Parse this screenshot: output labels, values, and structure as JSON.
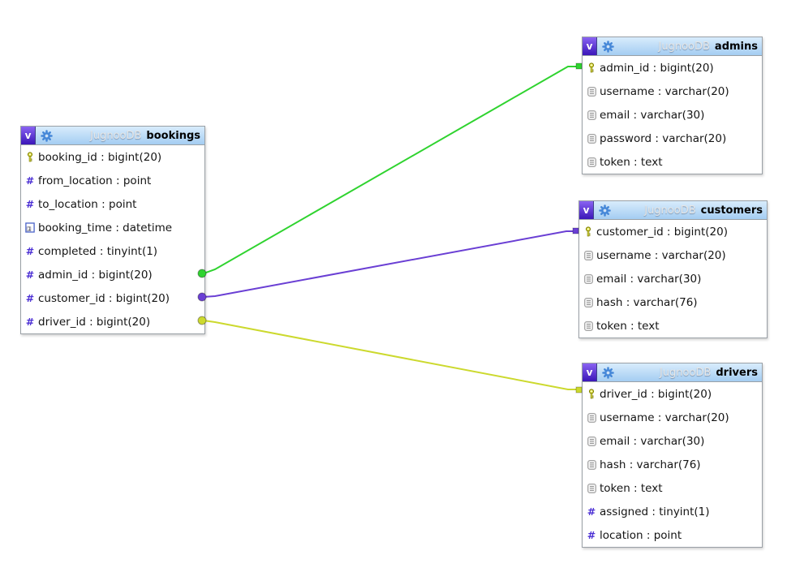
{
  "database": "JugnooDB",
  "glyphs": {
    "v_badge": "v",
    "numeric_hash": "#",
    "calendar_digit": "1"
  },
  "colors": {
    "table_header_top": "#d8ecfc",
    "table_header_bottom": "#a4cdf2",
    "v_badge_purple": "#4a23cf",
    "gear_blue": "#4688d8",
    "primary_key_yellow": "#e9e955",
    "numeric_icon_purple": "#4b2fd4",
    "relation_green": "#2fd32f",
    "relation_purple": "#6a3fd4",
    "relation_yellow": "#ccd92e"
  },
  "tables": [
    {
      "db": "JugnooDB",
      "name": "bookings",
      "fields": [
        {
          "icon": "primary-key",
          "text": "booking_id : bigint(20)"
        },
        {
          "icon": "numeric",
          "text": "from_location : point"
        },
        {
          "icon": "numeric",
          "text": "to_location : point"
        },
        {
          "icon": "datetime",
          "text": "booking_time : datetime"
        },
        {
          "icon": "numeric",
          "text": "completed : tinyint(1)"
        },
        {
          "icon": "numeric",
          "text": "admin_id : bigint(20)"
        },
        {
          "icon": "numeric",
          "text": "customer_id : bigint(20)"
        },
        {
          "icon": "numeric",
          "text": "driver_id : bigint(20)"
        }
      ]
    },
    {
      "db": "JugnooDB",
      "name": "admins",
      "fields": [
        {
          "icon": "primary-key",
          "text": "admin_id : bigint(20)"
        },
        {
          "icon": "text-field",
          "text": "username : varchar(20)"
        },
        {
          "icon": "text-field",
          "text": "email : varchar(30)"
        },
        {
          "icon": "text-field",
          "text": "password : varchar(20)"
        },
        {
          "icon": "text-field",
          "text": "token : text"
        }
      ]
    },
    {
      "db": "JugnooDB",
      "name": "customers",
      "fields": [
        {
          "icon": "primary-key",
          "text": "customer_id : bigint(20)"
        },
        {
          "icon": "text-field",
          "text": "username : varchar(20)"
        },
        {
          "icon": "text-field",
          "text": "email : varchar(30)"
        },
        {
          "icon": "text-field",
          "text": "hash : varchar(76)"
        },
        {
          "icon": "text-field",
          "text": "token : text"
        }
      ]
    },
    {
      "db": "JugnooDB",
      "name": "drivers",
      "fields": [
        {
          "icon": "primary-key",
          "text": "driver_id : bigint(20)"
        },
        {
          "icon": "text-field",
          "text": "username : varchar(20)"
        },
        {
          "icon": "text-field",
          "text": "email : varchar(30)"
        },
        {
          "icon": "text-field",
          "text": "hash : varchar(76)"
        },
        {
          "icon": "text-field",
          "text": "token : text"
        },
        {
          "icon": "numeric",
          "text": "assigned : tinyint(1)"
        },
        {
          "icon": "numeric",
          "text": "location : point"
        }
      ]
    }
  ],
  "relations": [
    {
      "from_table": "bookings",
      "from_field": "admin_id",
      "to_table": "admins",
      "to_field": "admin_id",
      "color": "#2fd32f"
    },
    {
      "from_table": "bookings",
      "from_field": "customer_id",
      "to_table": "customers",
      "to_field": "customer_id",
      "color": "#6a3fd4"
    },
    {
      "from_table": "bookings",
      "from_field": "driver_id",
      "to_table": "drivers",
      "to_field": "driver_id",
      "color": "#ccd92e"
    }
  ]
}
